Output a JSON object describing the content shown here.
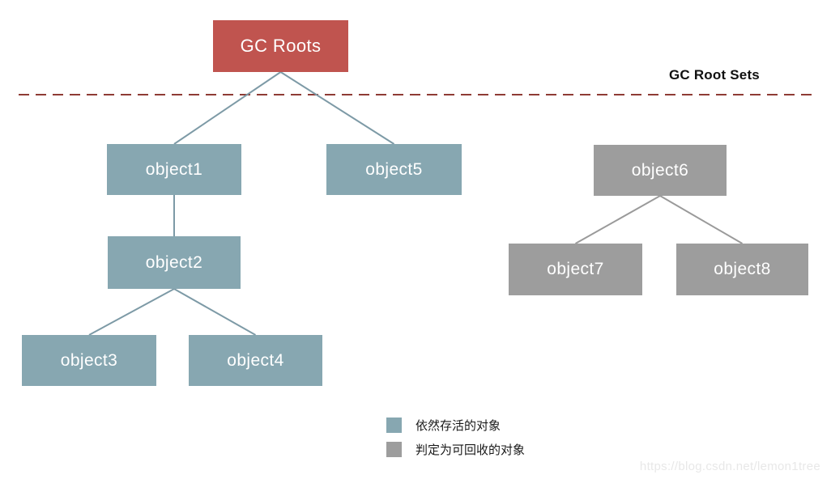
{
  "separator": {
    "label": "GC Root Sets",
    "color": "#8E3B35"
  },
  "nodes": [
    {
      "id": "gc_roots",
      "label": "GC Roots",
      "type": "root"
    },
    {
      "id": "object1",
      "label": "object1",
      "type": "alive"
    },
    {
      "id": "object5",
      "label": "object5",
      "type": "alive"
    },
    {
      "id": "object6",
      "label": "object6",
      "type": "recyclable"
    },
    {
      "id": "object2",
      "label": "object2",
      "type": "alive"
    },
    {
      "id": "object7",
      "label": "object7",
      "type": "recyclable"
    },
    {
      "id": "object8",
      "label": "object8",
      "type": "recyclable"
    },
    {
      "id": "object3",
      "label": "object3",
      "type": "alive"
    },
    {
      "id": "object4",
      "label": "object4",
      "type": "alive"
    }
  ],
  "edges": [
    {
      "from": "gc_roots",
      "to": "object1"
    },
    {
      "from": "gc_roots",
      "to": "object5"
    },
    {
      "from": "object1",
      "to": "object2"
    },
    {
      "from": "object2",
      "to": "object3"
    },
    {
      "from": "object2",
      "to": "object4"
    },
    {
      "from": "object6",
      "to": "object7"
    },
    {
      "from": "object6",
      "to": "object8"
    }
  ],
  "colors": {
    "root_fill": "#C0544F",
    "alive_fill": "#87A7B1",
    "recyclable_fill": "#9D9D9D",
    "alive_edge": "#7D9AA6",
    "recyclable_edge": "#9A9A9A"
  },
  "legend": {
    "items": [
      {
        "label": "依然存活的对象",
        "swatch": "#87A7B1"
      },
      {
        "label": "判定为可回收的对象",
        "swatch": "#9D9D9D"
      }
    ]
  },
  "watermark": {
    "text": "https://blog.csdn.net/lemon1tree"
  }
}
